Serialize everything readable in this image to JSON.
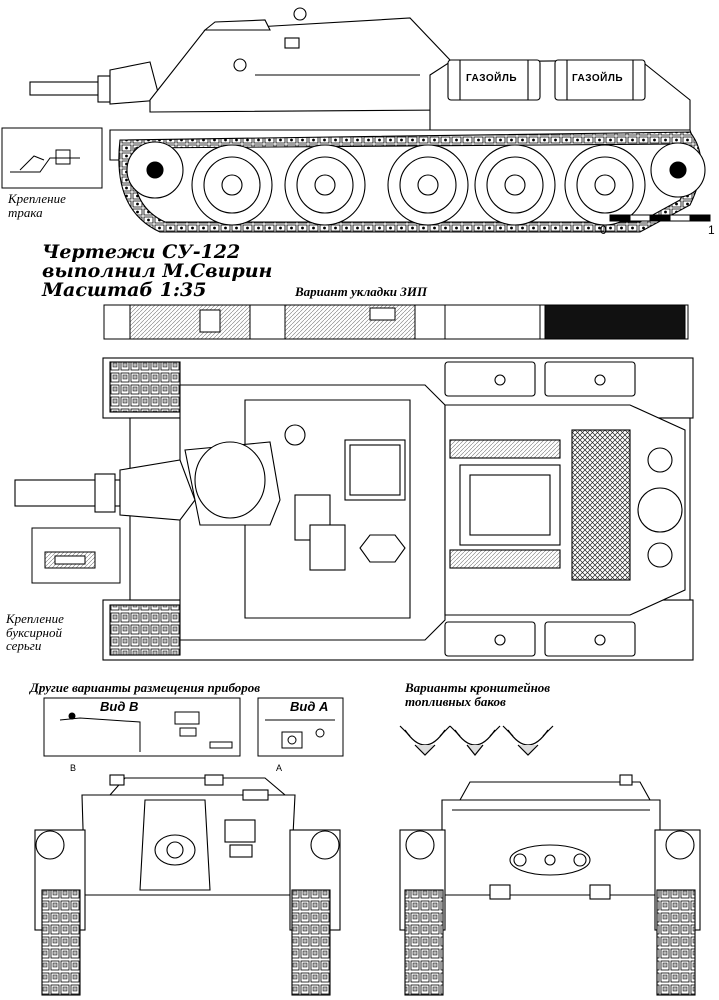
{
  "title": {
    "line1": "Чертежи СУ-122",
    "line2": "выполнил М.Свирин",
    "line3": "Масштаб 1:35"
  },
  "labels": {
    "track_mount": "Крепление\nтрака",
    "zip_stowage": "Вариант укладки ЗИП",
    "tow_shackle": "Крепление\nбуксирной\nсерьги",
    "instrument_variants": "Другие варианты размещения приборов",
    "tank_brackets": "Варианты кронштейнов\nтопливных баков",
    "view_b": "Вид В",
    "view_a": "Вид А",
    "marker_b": "В",
    "marker_a": "А",
    "fuel_tank_1": "ГАЗОЙЛЬ",
    "fuel_tank_2": "ГАЗОЙЛЬ"
  },
  "scale_bar": {
    "start": "0",
    "end": "1"
  },
  "colors": {
    "line": "#000000",
    "paper": "#ffffff",
    "fill_light": "#f2f2f2",
    "hatch": "#d9d9d9"
  }
}
